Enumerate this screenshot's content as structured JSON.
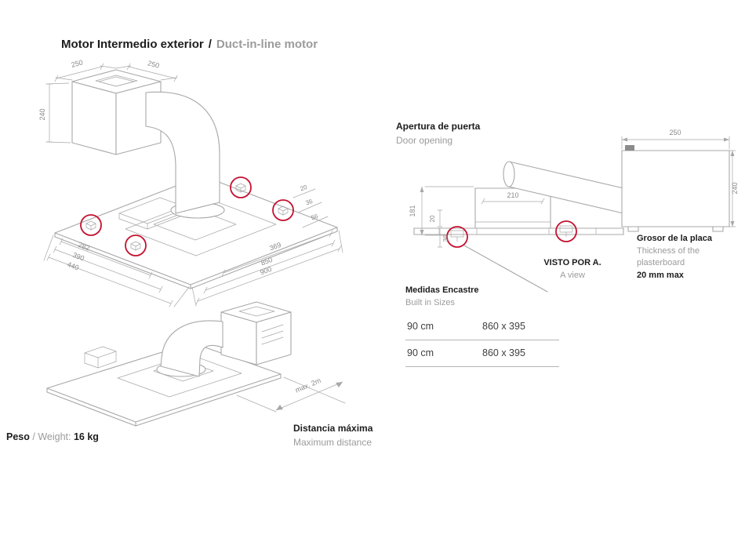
{
  "colors": {
    "accent_red": "#c41230",
    "line": "#a8a8a8",
    "dim_text": "#8a8a8a",
    "text_dark": "#1c1c1c",
    "text_gray": "#9b9b9b"
  },
  "title": {
    "es": "Motor Intermedio exterior",
    "sep": "/",
    "en": "Duct-in-line motor"
  },
  "door_opening": {
    "es": "Apertura de puerta",
    "en": "Door opening"
  },
  "plasterboard": {
    "es": "Grosor de la placa",
    "en_line1": "Thickness of the",
    "en_line2": "plasterboard",
    "max": "20 mm max"
  },
  "view_a": {
    "es": "VISTO POR A.",
    "en": "A view"
  },
  "built_in": {
    "es": "Medidas Encastre",
    "en": "Built in Sizes",
    "rows": [
      {
        "size": "90 cm",
        "dims": "860 x 395"
      },
      {
        "size": "90 cm",
        "dims": "860 x 395"
      }
    ]
  },
  "distance": {
    "es": "Distancia máxima",
    "en": "Maximum distance"
  },
  "weight": {
    "es": "Peso",
    "mid": "/ Weight:",
    "value": "16 kg"
  },
  "dims": {
    "iso_top": {
      "w1": "250",
      "w2": "250",
      "h": "240",
      "s20": "20",
      "s36": "36",
      "s56": "56",
      "l369": "369",
      "l850": "850",
      "l900": "900",
      "l282": "282",
      "l390": "390",
      "l440": "440"
    },
    "iso_bottom": {
      "max_dist": "max. 2m"
    },
    "elevation": {
      "w": "250",
      "h": "240",
      "inner": "210",
      "h181": "181",
      "s20": "20",
      "s36": "36"
    }
  }
}
